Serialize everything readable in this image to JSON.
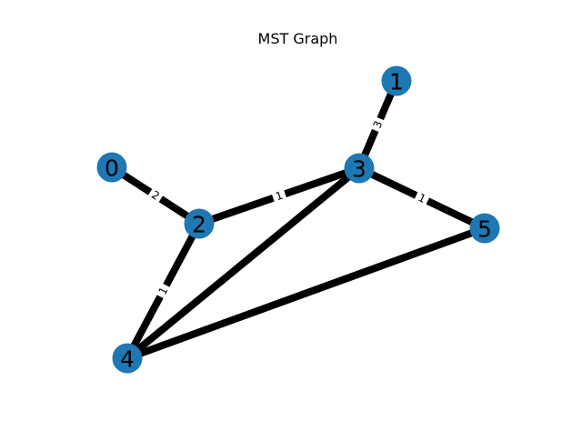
{
  "title": "MST Graph",
  "colors": {
    "node_fill": "#1f77b4",
    "edge": "#000000",
    "label_text": "#000000",
    "edge_label_bg": "#ffffff"
  },
  "graph": {
    "nodes": [
      {
        "id": "n0",
        "label": "0"
      },
      {
        "id": "n1",
        "label": "1"
      },
      {
        "id": "n2",
        "label": "2"
      },
      {
        "id": "n3",
        "label": "3"
      },
      {
        "id": "n4",
        "label": "4"
      },
      {
        "id": "n5",
        "label": "5"
      }
    ],
    "edges": [
      {
        "source": "n0",
        "target": "n2",
        "weight": "2"
      },
      {
        "source": "n1",
        "target": "n3",
        "weight": "3"
      },
      {
        "source": "n2",
        "target": "n3",
        "weight": "1"
      },
      {
        "source": "n2",
        "target": "n4",
        "weight": "1"
      },
      {
        "source": "n3",
        "target": "n5",
        "weight": "1"
      },
      {
        "source": "n3",
        "target": "n4",
        "weight": ""
      },
      {
        "source": "n4",
        "target": "n5",
        "weight": ""
      }
    ]
  }
}
